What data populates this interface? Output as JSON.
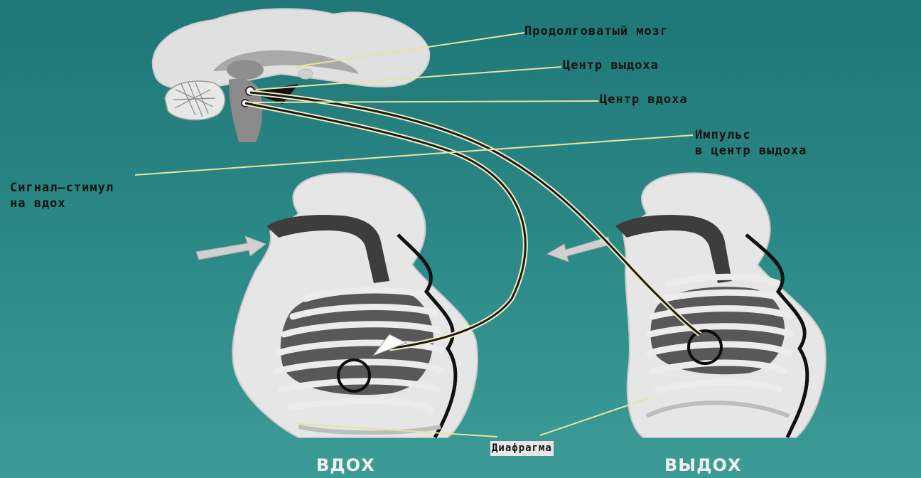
{
  "labels": {
    "medulla": "Продолговатый мозг",
    "exhale_center": "Центр выдоха",
    "inhale_center": "Центр вдоха",
    "impulse_line1": "Импульс",
    "impulse_line2": "в центр выдоха",
    "stimulus_line1": "Сигнал–стимул",
    "stimulus_line2": "на вдох",
    "diaphragm": "Диафрагма",
    "inhale": "ВДОХ",
    "exhale": "ВЫДОХ"
  },
  "colors": {
    "background": "#1f7777",
    "label_text": "#0f0f0f",
    "figure_fill": "#e6e6e6",
    "airway_dark": "#3a3a3a",
    "organ_dark": "#555555",
    "nerve_line": "#1a1a1a",
    "leader_line": "#e8e2a0"
  },
  "icons": {
    "inhale_arrow": "arrow-right-icon",
    "exhale_arrow": "arrow-left-icon",
    "impulse_arrow": "triangle-arrow-icon"
  }
}
